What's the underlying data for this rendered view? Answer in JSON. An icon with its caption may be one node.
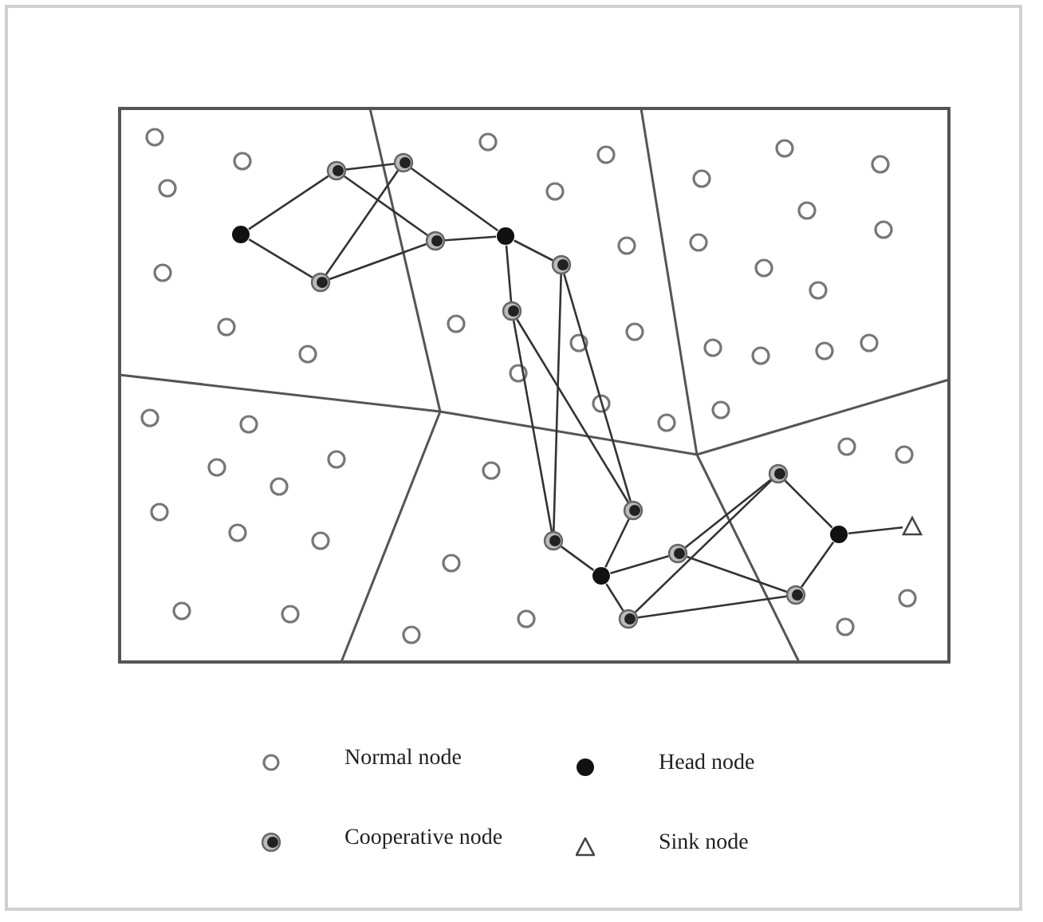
{
  "diagram": {
    "nodes": [
      {
        "text": [],
        "shape": "dot"
      },
      {
        "text": [],
        "shape": "circle"
      },
      {
        "text": [],
        "shape": "circle"
      },
      {
        "text": [],
        "shape": "circle"
      },
      {
        "text": [],
        "shape": "circle"
      },
      {
        "text": [],
        "shape": "dot"
      },
      {
        "text": [],
        "shape": "circle"
      },
      {
        "text": [],
        "shape": "circle"
      },
      {
        "text": [],
        "shape": "circle"
      },
      {
        "text": [],
        "shape": "circle"
      },
      {
        "text": [],
        "shape": "dot"
      },
      {
        "text": [],
        "shape": "circle"
      },
      {
        "text": [],
        "shape": "circle"
      },
      {
        "text": [],
        "shape": "circle"
      },
      {
        "text": [],
        "shape": "circle"
      },
      {
        "text": [],
        "shape": "dot"
      },
      {
        "text": [],
        "shape": "triangle"
      }
    ],
    "edges": [
      {
        "from": 0,
        "to": 1,
        "arrow": "none"
      },
      {
        "from": 0,
        "to": 3,
        "arrow": "none"
      },
      {
        "from": 1,
        "to": 2,
        "arrow": "none"
      },
      {
        "from": 1,
        "to": 4,
        "arrow": "none"
      },
      {
        "from": 2,
        "to": 3,
        "arrow": "none"
      },
      {
        "from": 2,
        "to": 5,
        "arrow": "none"
      },
      {
        "from": 3,
        "to": 4,
        "arrow": "none"
      },
      {
        "from": 4,
        "to": 5,
        "arrow": "none"
      },
      {
        "from": 5,
        "to": 6,
        "arrow": "none"
      },
      {
        "from": 5,
        "to": 7,
        "arrow": "none"
      },
      {
        "from": 6,
        "to": 8,
        "arrow": "none"
      },
      {
        "from": 6,
        "to": 9,
        "arrow": "none"
      },
      {
        "from": 7,
        "to": 8,
        "arrow": "none"
      },
      {
        "from": 7,
        "to": 9,
        "arrow": "none"
      },
      {
        "from": 8,
        "to": 10,
        "arrow": "none"
      },
      {
        "from": 9,
        "to": 10,
        "arrow": "none"
      },
      {
        "from": 10,
        "to": 11,
        "arrow": "none"
      },
      {
        "from": 10,
        "to": 12,
        "arrow": "none"
      },
      {
        "from": 11,
        "to": 13,
        "arrow": "none"
      },
      {
        "from": 11,
        "to": 14,
        "arrow": "none"
      },
      {
        "from": 12,
        "to": 13,
        "arrow": "none"
      },
      {
        "from": 12,
        "to": 14,
        "arrow": "none"
      },
      {
        "from": 13,
        "to": 15,
        "arrow": "none"
      },
      {
        "from": 14,
        "to": 15,
        "arrow": "none"
      },
      {
        "from": 15,
        "to": 16,
        "arrow": "none"
      }
    ],
    "legend": [
      {
        "text": "Normal node"
      },
      {
        "text": "Head node"
      },
      {
        "text": "Cooperative node"
      },
      {
        "text": "Sink node"
      }
    ]
  }
}
